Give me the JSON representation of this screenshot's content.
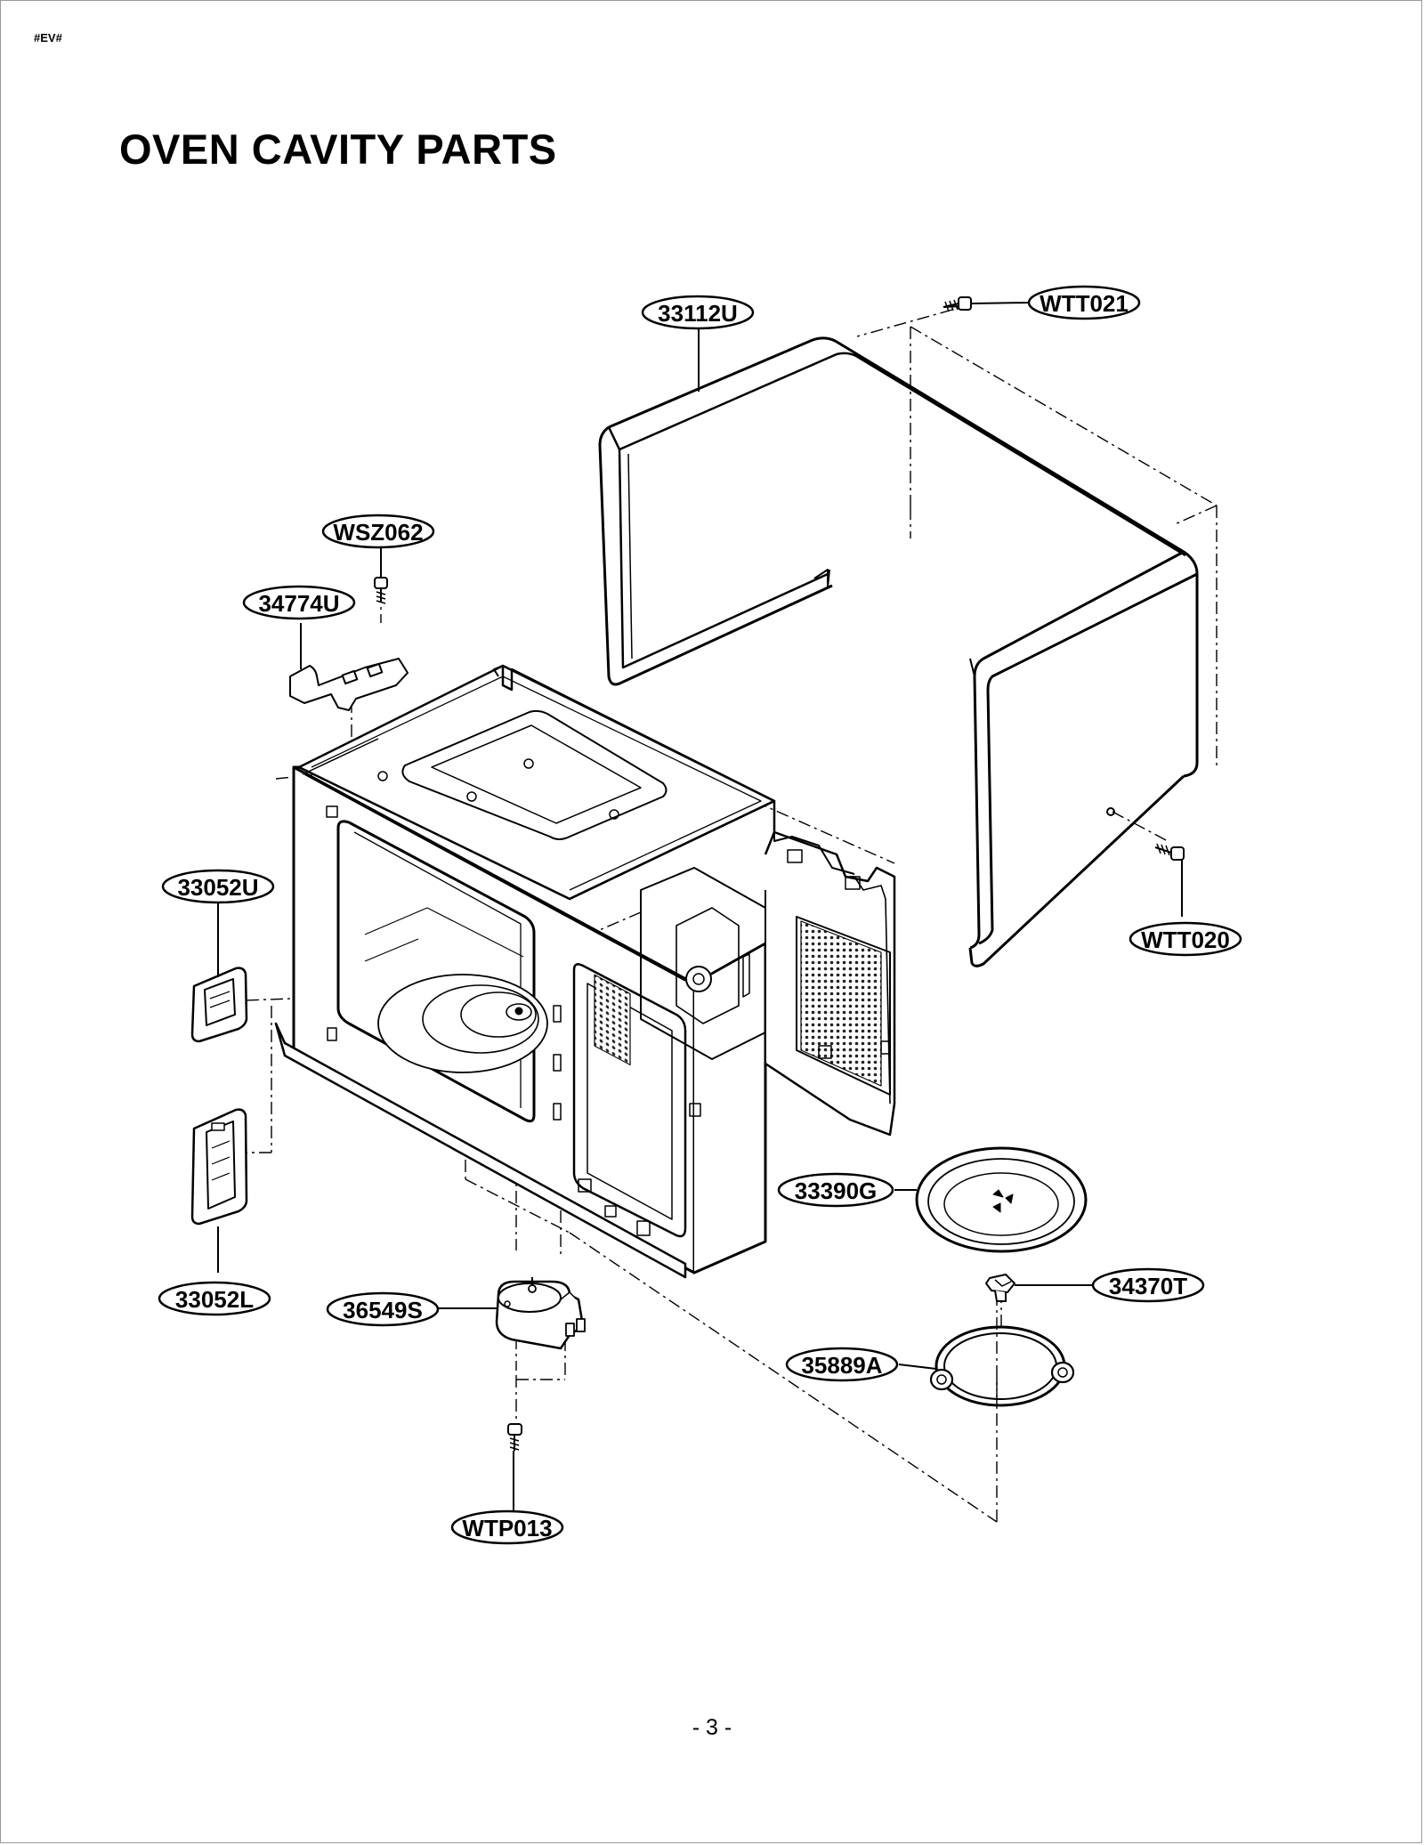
{
  "header_tag": "#EV#",
  "title": "OVEN CAVITY PARTS",
  "page_number": "- 3 -",
  "part_labels": {
    "p33112U": "33112U",
    "pWTT021": "WTT021",
    "pWSZ062": "WSZ062",
    "p34774U": "34774U",
    "p33052U": "33052U",
    "pWTT020": "WTT020",
    "p33390G": "33390G",
    "p34370T": "34370T",
    "p35889A": "35889A",
    "p33052L": "33052L",
    "p36549S": "36549S",
    "pWTP013": "WTP013"
  }
}
